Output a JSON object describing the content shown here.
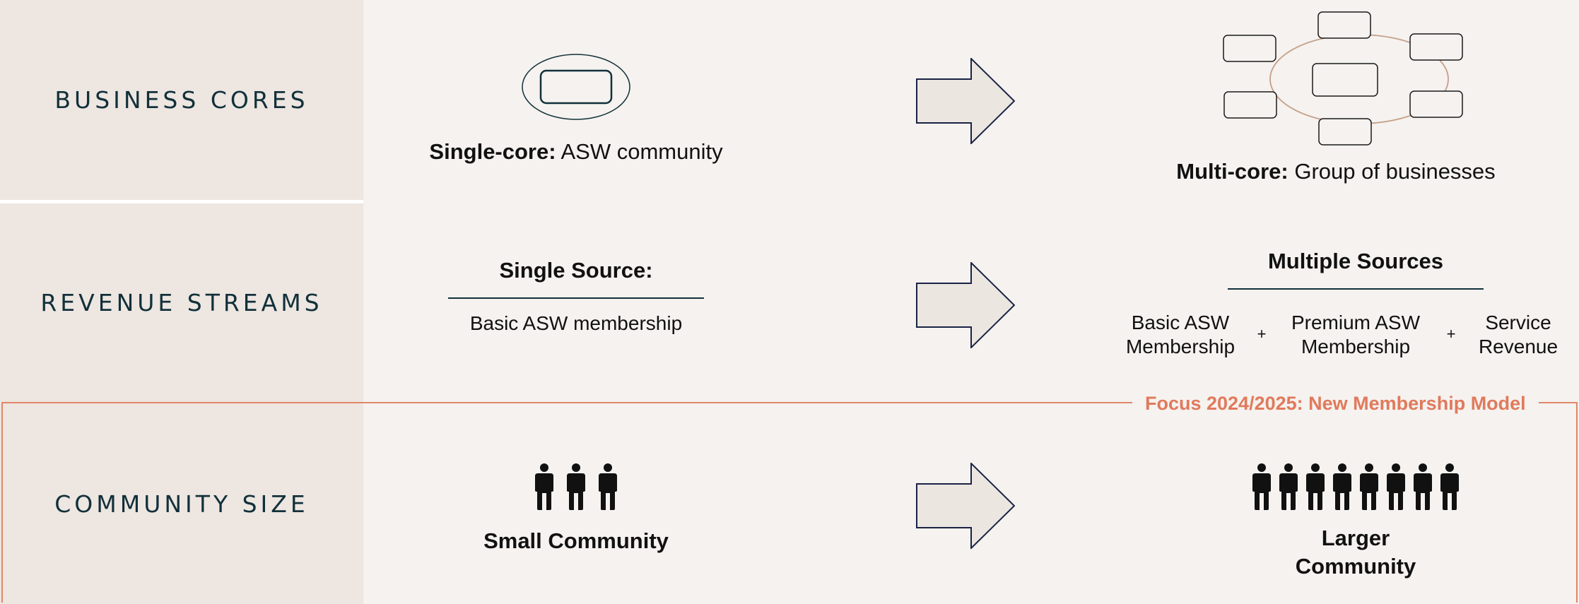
{
  "rows": {
    "business_cores": {
      "label": "BUSINESS CORES",
      "from": {
        "bold": "Single-core:",
        "text": " ASW community"
      },
      "to": {
        "bold": "Multi-core:",
        "text": " Group of businesses"
      }
    },
    "revenue_streams": {
      "label": "REVENUE STREAMS",
      "from": {
        "title": "Single Source:",
        "item": "Basic ASW membership"
      },
      "to": {
        "title": "Multiple Sources",
        "items": [
          {
            "line1": "Basic ASW",
            "line2": "Membership"
          },
          {
            "line1": "Premium ASW",
            "line2": "Membership"
          },
          {
            "line1": "Service",
            "line2": "Revenue"
          }
        ],
        "plus": "+"
      }
    },
    "community_size": {
      "label": "COMMUNITY SIZE",
      "from": {
        "text": "Small Community"
      },
      "to": {
        "line1": "Larger",
        "line2": "Community"
      }
    }
  },
  "focus": {
    "label": "Focus 2024/2025: New Membership Model",
    "color": "#e07a5c"
  },
  "colors": {
    "label_bg": "#ede6e1",
    "page_bg": "#f5f2ef",
    "navy": "#12303a",
    "arrow_fill": "#ece6e1",
    "ring": "#c4a089"
  },
  "icons": {
    "person": "person-icon",
    "arrow": "right-arrow-icon"
  }
}
